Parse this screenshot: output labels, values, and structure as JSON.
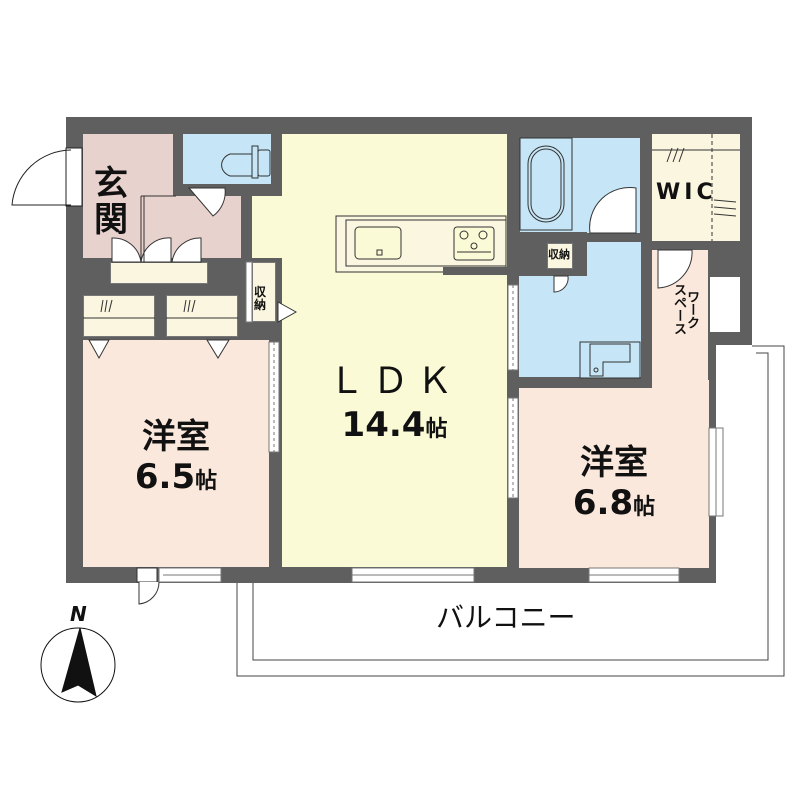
{
  "floorplan": {
    "rooms": [
      {
        "id": "ldk",
        "name": "ＬＤＫ",
        "area": "14.4",
        "unit": "帖"
      },
      {
        "id": "western-room-1",
        "name": "洋室",
        "area": "6.5",
        "unit": "帖"
      },
      {
        "id": "western-room-2",
        "name": "洋室",
        "area": "6.8",
        "unit": "帖"
      },
      {
        "id": "entrance",
        "name_line1": "玄",
        "name_line2": "関"
      },
      {
        "id": "wic",
        "name": "WIC"
      },
      {
        "id": "storage-1",
        "name_line1": "収",
        "name_line2": "納"
      },
      {
        "id": "storage-2",
        "name": "収納"
      },
      {
        "id": "work-space",
        "name_line1": "ワーク",
        "name_line2": "スペース"
      },
      {
        "id": "balcony",
        "name": "バルコニー"
      }
    ],
    "compass": {
      "label": "N"
    },
    "colors": {
      "wall": "#5f5f5f",
      "ldk": "#fbfad6",
      "bedroom": "#fbe8dc",
      "entrance": "#e8d2cd",
      "wet_area": "#c6e5f7",
      "storage": "#fbf6df"
    }
  }
}
